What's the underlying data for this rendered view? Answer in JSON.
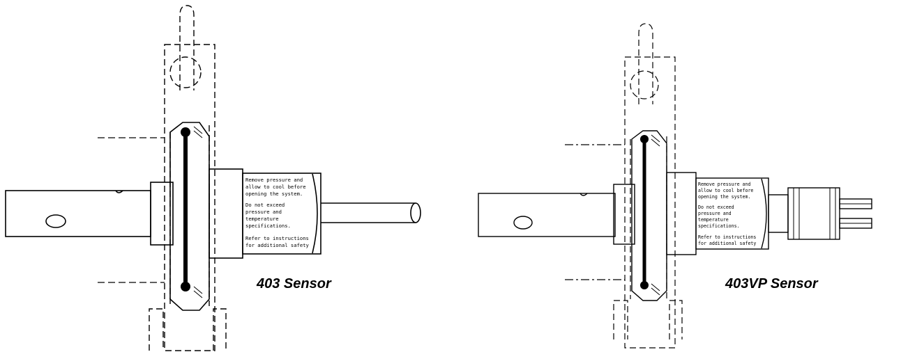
{
  "sensors": [
    {
      "caption": "403 Sensor",
      "label_lines": [
        "Remove pressure and",
        "allow to cool before",
        "opening the system.",
        "Do not exceed",
        "pressure and",
        "temperature",
        "specifications.",
        "Refer to instructions",
        "for additional safety"
      ]
    },
    {
      "caption": "403VP Sensor",
      "label_lines": [
        "Remove pressure and",
        "allow to cool before",
        "opening the system.",
        "Do not exceed",
        "pressure and",
        "temperature",
        "specifications.",
        "Refer to instructions",
        "for additional safety"
      ]
    }
  ],
  "colors": {
    "line": "#000000",
    "background": "#ffffff"
  }
}
